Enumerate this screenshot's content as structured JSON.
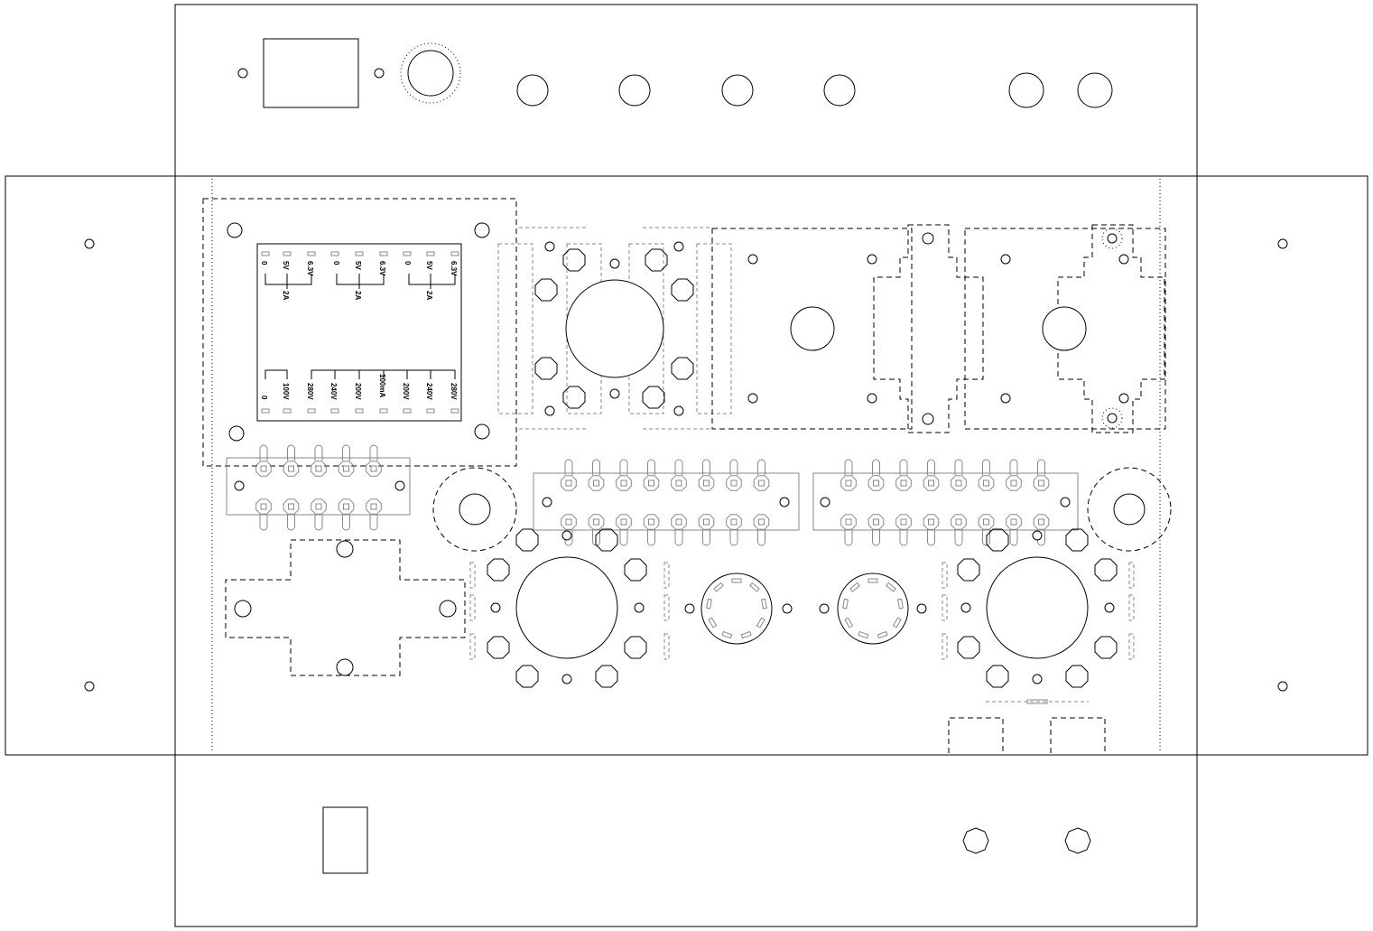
{
  "transformer": {
    "top_taps": [
      "0",
      "5V",
      "6.3V",
      "0",
      "5V",
      "6.3V",
      "0",
      "5V",
      "6.3V"
    ],
    "top_currents": [
      "2A",
      "2A",
      "2A"
    ],
    "bottom_taps": [
      "0",
      "100V",
      "280V",
      "240V",
      "200V",
      "100mA",
      "200V",
      "240V",
      "280V"
    ]
  }
}
